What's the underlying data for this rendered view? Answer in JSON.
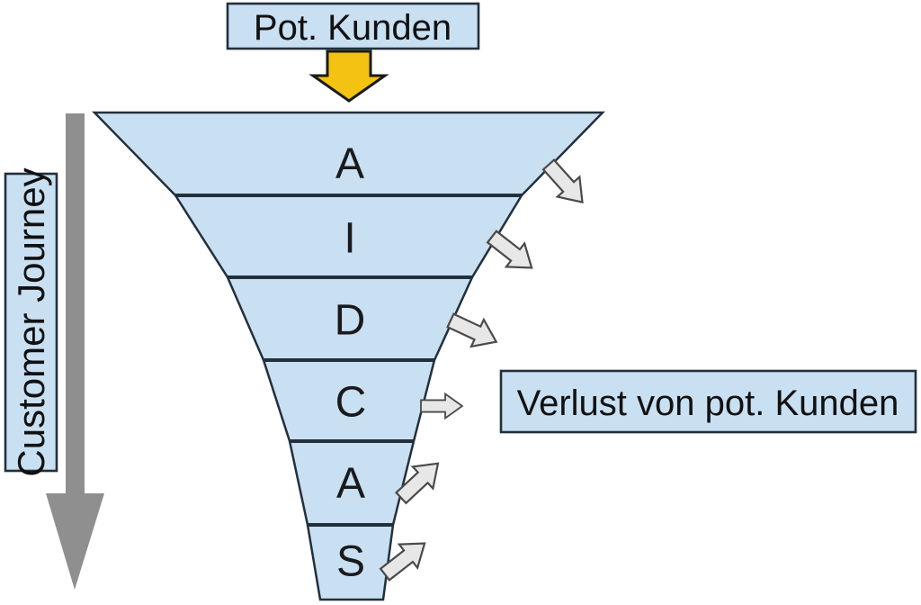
{
  "diagram": {
    "top_label": "Pot. Kunden",
    "journey_label": "Customer Journey",
    "loss_label": "Verlust von pot. Kunden",
    "funnel_levels": [
      "A",
      "I",
      "D",
      "C",
      "A",
      "S"
    ]
  },
  "colors": {
    "box_fill": "#c9dff2",
    "funnel_fill": "#c9dff2",
    "outline": "#22303c",
    "inflow_arrow": "#f3c212",
    "journey_arrow": "#8f8f8f",
    "loss_arrow_fill": "#e7e7e7",
    "loss_arrow_stroke": "#4a4a4a",
    "text": "#111111"
  }
}
